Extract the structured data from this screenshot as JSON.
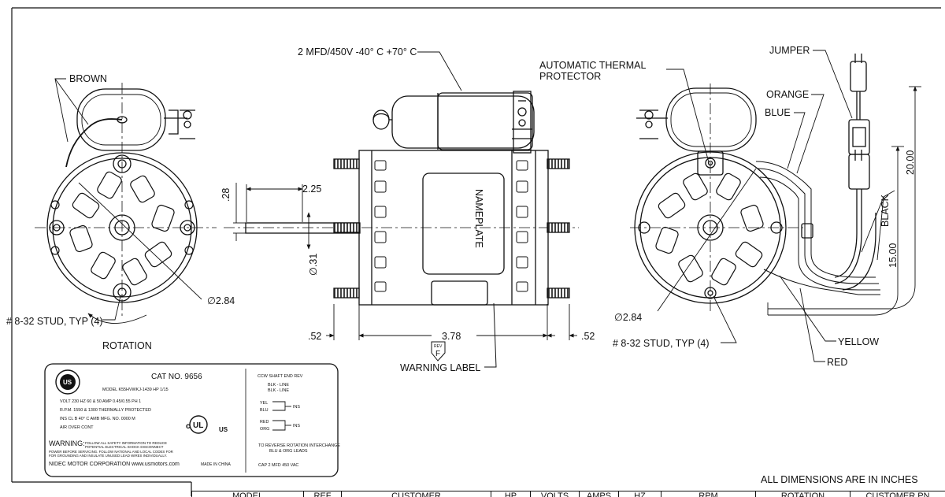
{
  "callouts": {
    "capacitor": "2 MFD/450V -40° C +70° C",
    "thermal_protector_line1": "AUTOMATIC THERMAL",
    "thermal_protector_line2": "PROTECTOR",
    "jumper": "JUMPER",
    "orange": "ORANGE",
    "blue": "BLUE",
    "black": "BLACK",
    "yellow": "YELLOW",
    "red": "RED",
    "brown": "BROWN",
    "stud_left": "# 8-32 STUD, TYP (4)",
    "stud_right": "# 8-32 STUD, TYP (4)",
    "rotation": "ROTATION",
    "warning_label": "WARNING LABEL",
    "rev_word": "REV",
    "rev_letter": "F",
    "nameplate": "NAMEPLATE"
  },
  "dimensions": {
    "shaft_height": ".28",
    "shaft_length": "2.25",
    "shaft_dia": "∅.31",
    "body_dia_left": "∅2.84",
    "body_dia_right": "∅2.84",
    "body_length": "3.78",
    "stud_left_len": ".52",
    "stud_right_len": ".52",
    "lead_20": "20.00",
    "lead_15": "15.00"
  },
  "nameplate": {
    "cat": "CAT NO. 9656",
    "model": "MODEL  K55HVWKJ-1439    HP 1/15",
    "volt": "VOLT  230         HZ  60 & 50    AMP  0.45/0.55    PH  1",
    "rpm": "R.P.M.  1550 & 1300     THERMALLY PROTECTED",
    "ins": "INS CL B 40° C AMB      MFG. NO.  0000 M",
    "air": "AIR OVER CONT",
    "warning_word": "WARNING:",
    "warning_text1": "FOLLOW ALL SAFETY INFORMATION TO REDUCE",
    "warning_text2": "POTENTIAL ELECTRICAL SHOCK DISCONNECT",
    "warning_text3": "POWER BEFORE SERVICING. FOLLOW NATIONAL AND LOCAL CODES FOR",
    "warning_text4": "FOR GROUNDING AND INSULATE UNUSED LEAD WIRES INDIVIDUALLY.",
    "company": "NIDEC MOTOR CORPORATION  www.usmotors.com",
    "made_in": "MADE IN CHINA",
    "ccw": "CCW SHAFT END REV",
    "blk_line1": "BLK - LINE",
    "blk_line2": "BLK - LINE",
    "yel": "YEL",
    "blu": "BLU",
    "red": "RED",
    "org": "ORG",
    "ins1": "INS",
    "ins2": "INS",
    "reverse1": "TO REVERSE ROTATION INTERCHANGE",
    "reverse2": "BLU & ORG LEADS",
    "cap": "CAP 2 MFD 450 VAC",
    "cert_c": "c",
    "cert_ul": "UL",
    "cert_us": "US"
  },
  "footer": {
    "note": "ALL DIMENSIONS ARE IN INCHES",
    "columns": [
      "MODEL",
      "REF",
      "CUSTOMER",
      "HP",
      "VOLTS",
      "AMPS",
      "HZ",
      "RPM",
      "ROTATION",
      "CUSTOMER PN"
    ]
  }
}
